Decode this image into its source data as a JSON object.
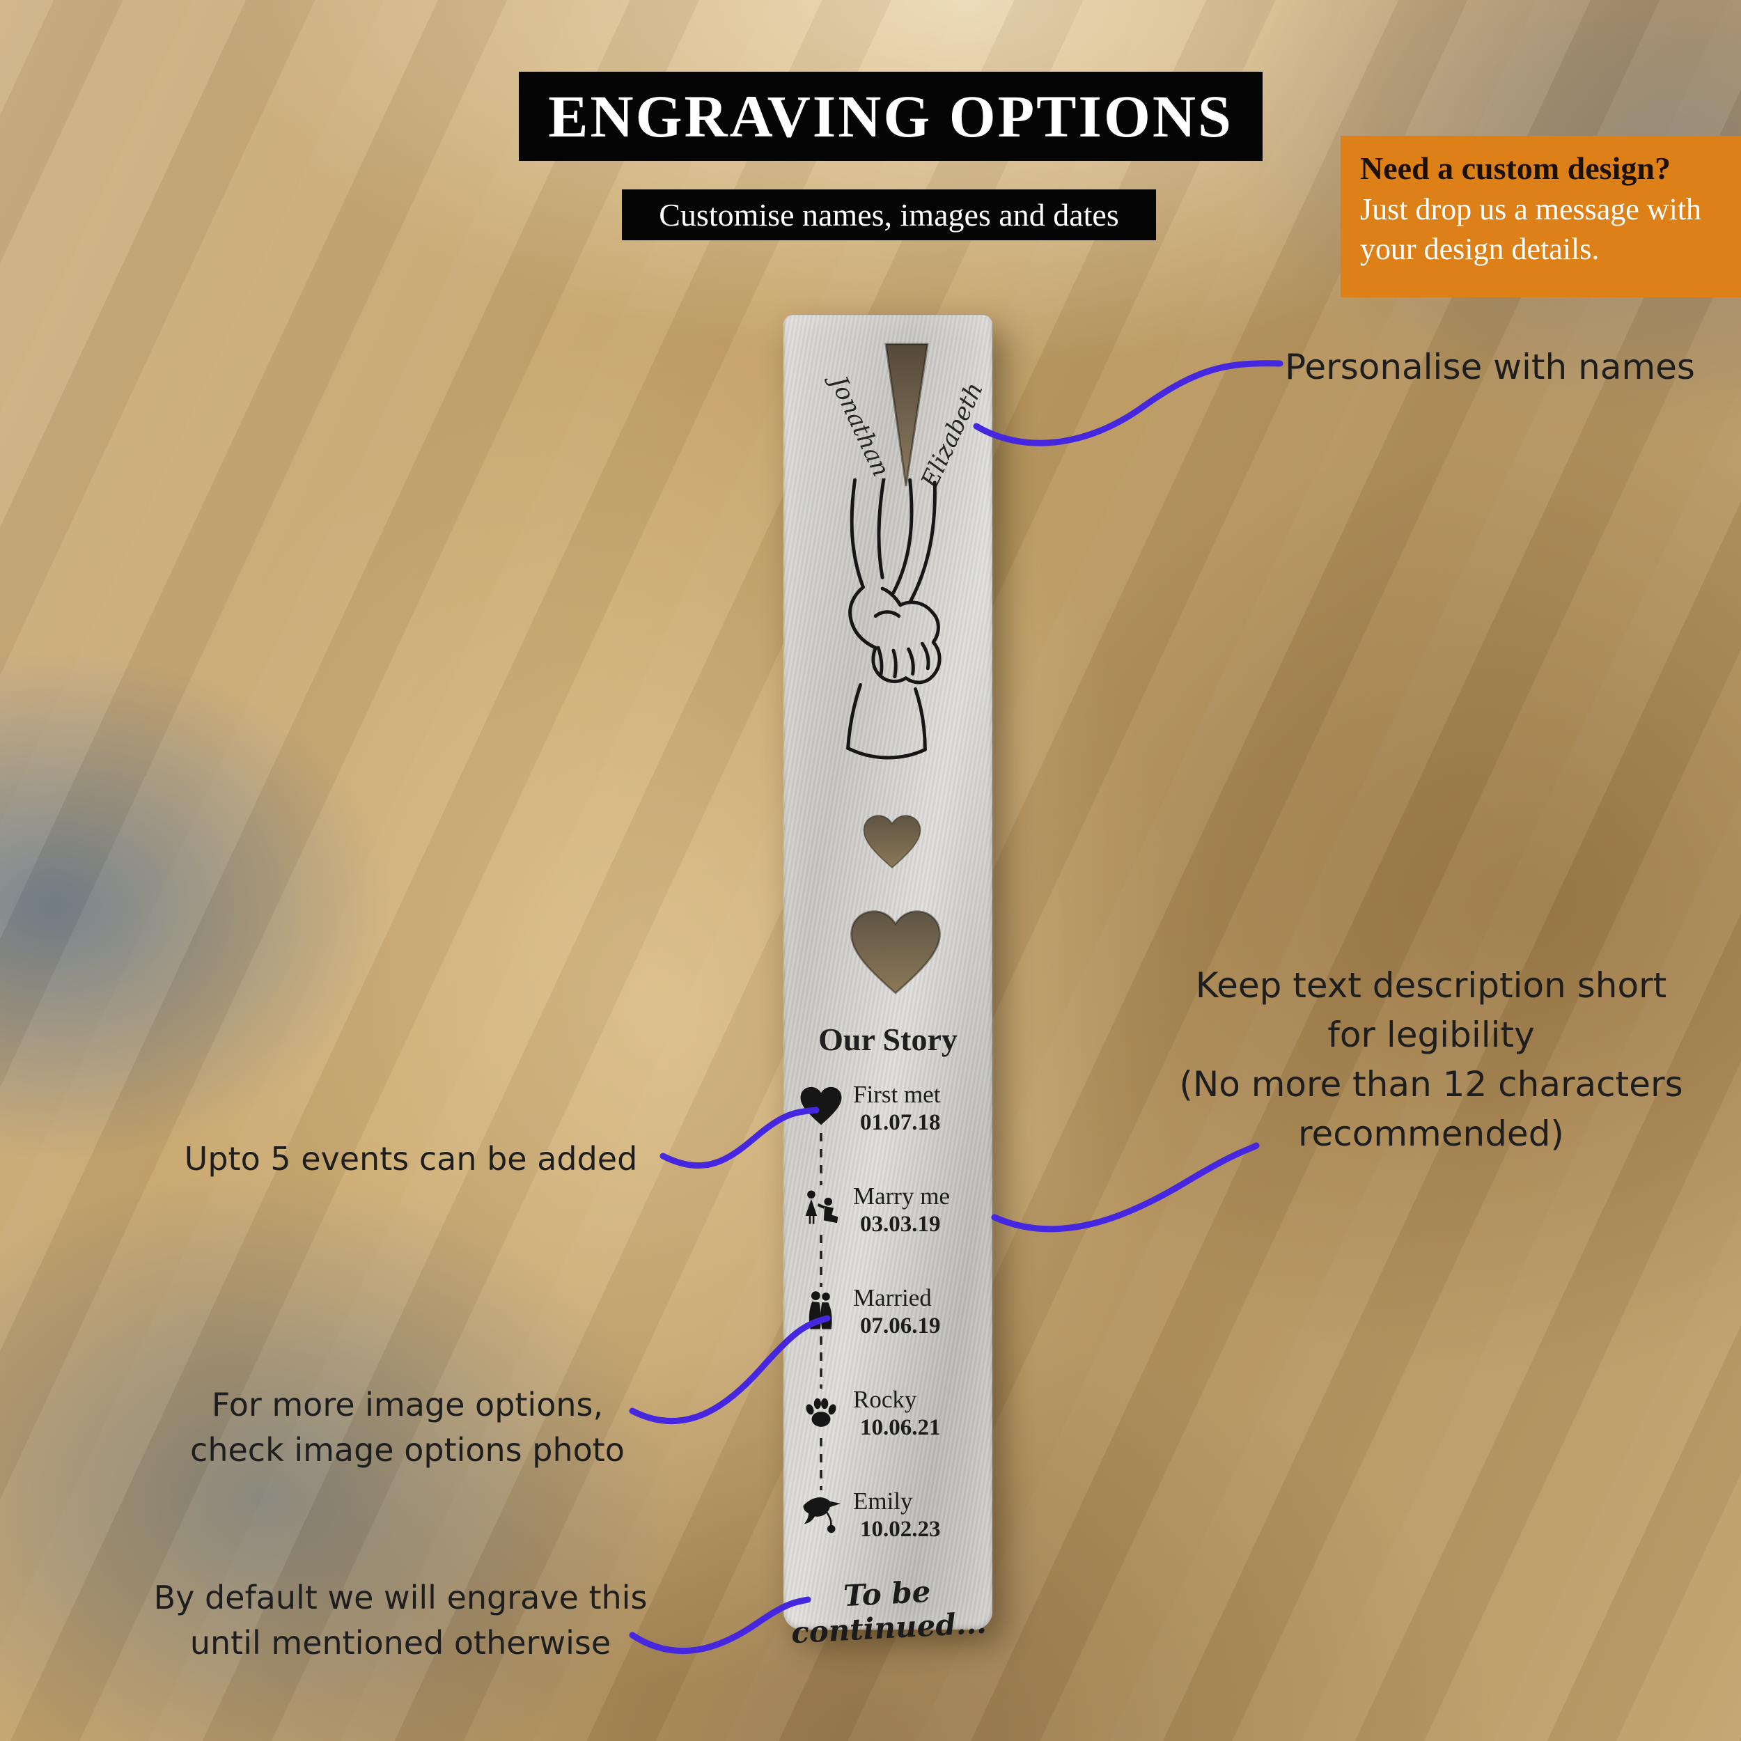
{
  "header": {
    "title": "ENGRAVING OPTIONS",
    "subtitle": "Customise names, images and dates"
  },
  "custom_design": {
    "heading": "Need a custom design?",
    "body_line1": "Just drop us a message with",
    "body_line2": "your design details."
  },
  "bookmark": {
    "name_left": "Jonathan",
    "name_right": "Elizabeth",
    "story_title": "Our Story",
    "events": [
      {
        "icon": "heart-icon",
        "label": "First met",
        "date": "01.07.18"
      },
      {
        "icon": "proposal-icon",
        "label": "Marry me",
        "date": "03.03.19"
      },
      {
        "icon": "wedding-couple-icon",
        "label": "Married",
        "date": "07.06.19"
      },
      {
        "icon": "paw-icon",
        "label": "Rocky",
        "date": "10.06.21"
      },
      {
        "icon": "stork-icon",
        "label": "Emily",
        "date": "10.02.23"
      }
    ],
    "footer": "To be continued..."
  },
  "annotations": {
    "personalise": "Personalise with names",
    "legibility_line1": "Keep text description short",
    "legibility_line2": "for legibility",
    "legibility_line3": "(No more than 12 characters",
    "legibility_line4": "recommended)",
    "events_note": "Upto 5 events can be added",
    "image_options_line1": "For more image options,",
    "image_options_line2": "check image options photo",
    "default_engrave_line1": "By default we will engrave this",
    "default_engrave_line2": "until mentioned otherwise"
  },
  "colors": {
    "banner_bg": "#050505",
    "banner_text": "#ffffff",
    "custom_box_bg": "#de8018",
    "custom_box_heading": "#1c1002",
    "custom_box_text": "#ffffff",
    "annotation_text": "#1e1e1e",
    "connector_line": "#4527e0",
    "engraving": "#1f1f1f",
    "metal_light": "#dfdeda",
    "metal_dark": "#bbbab6"
  }
}
